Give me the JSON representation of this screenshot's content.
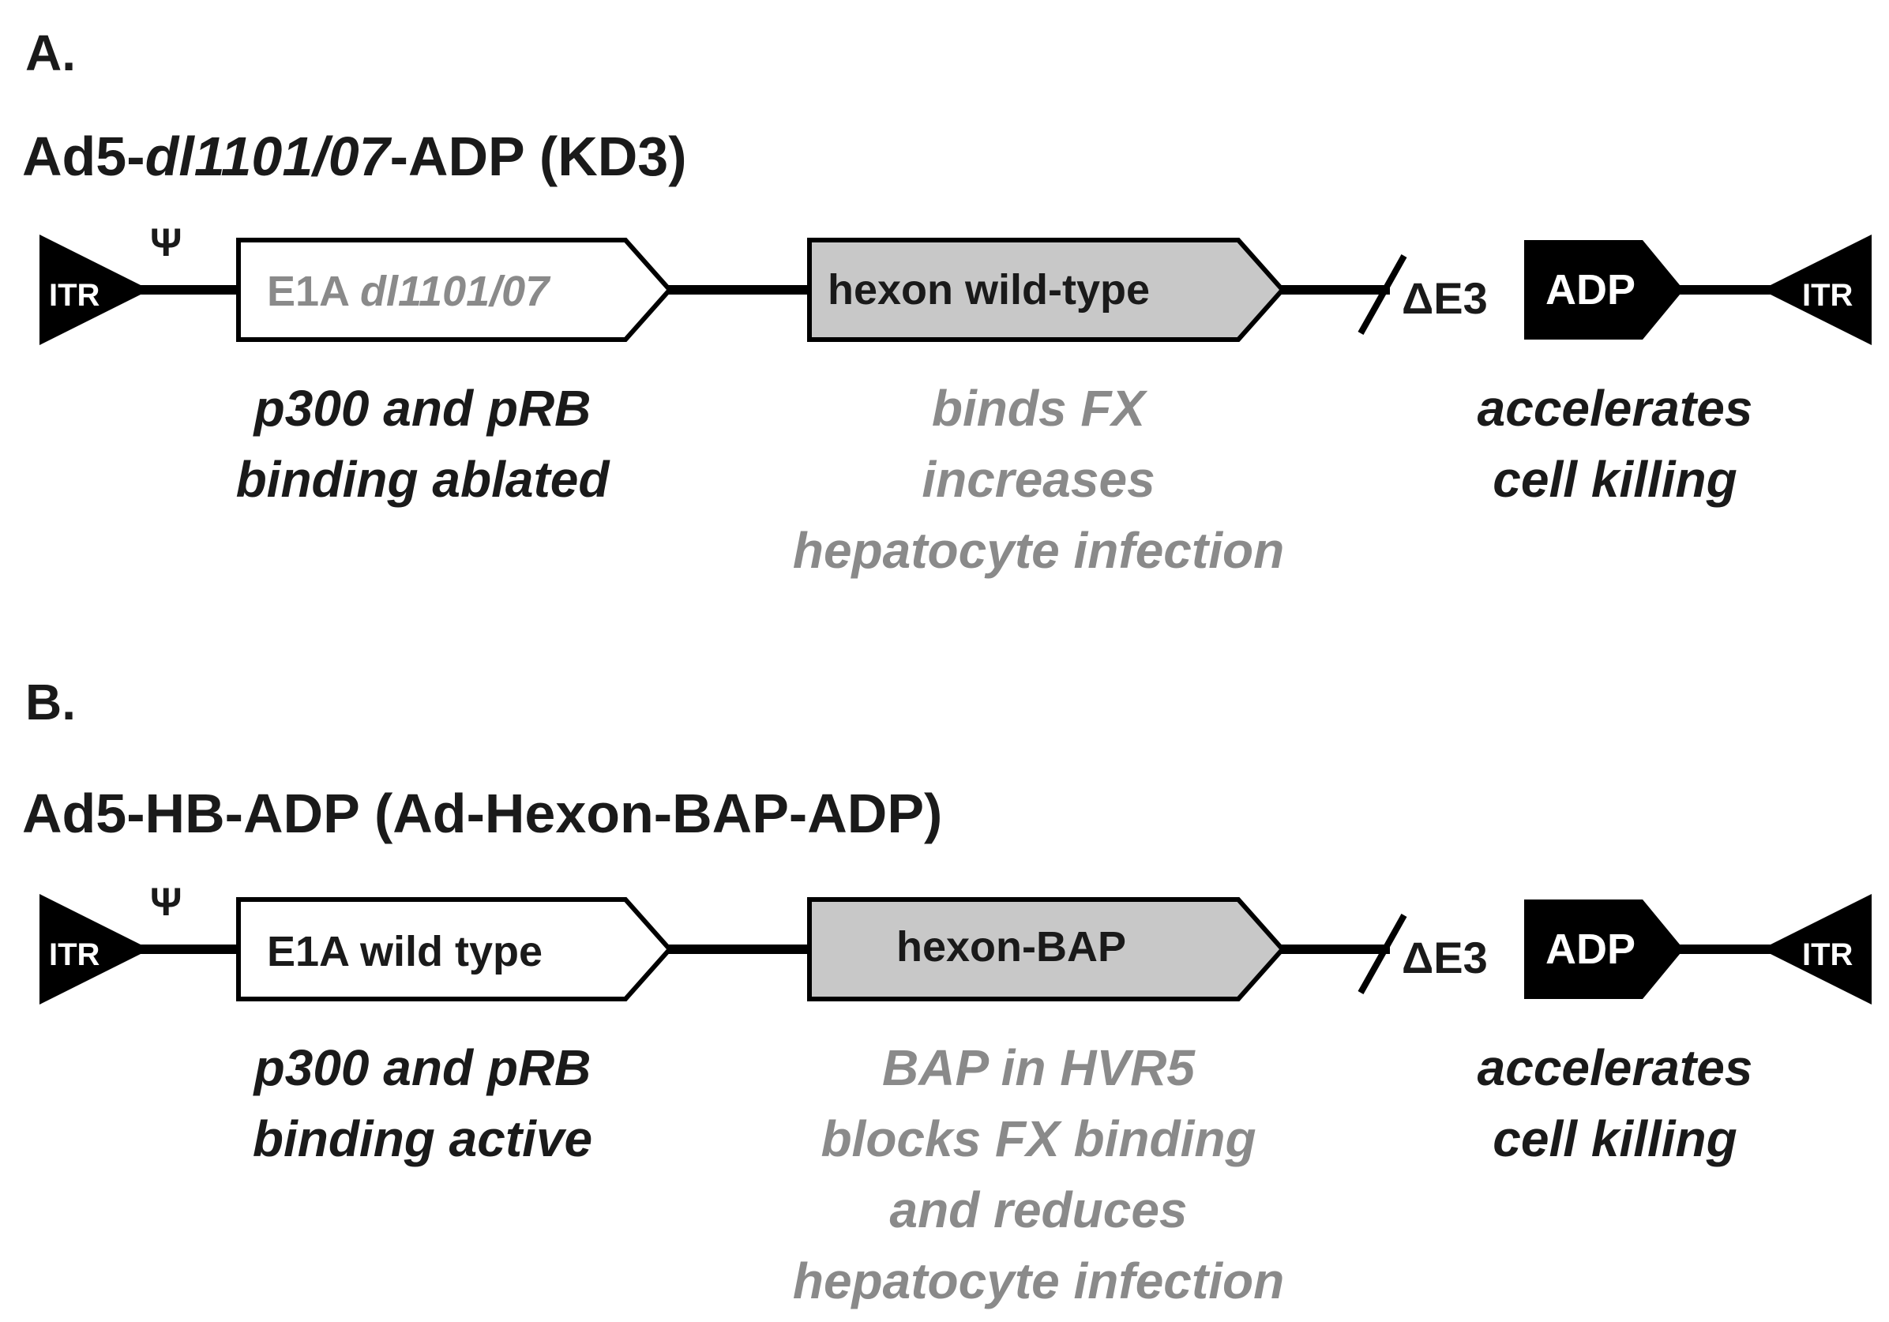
{
  "panel_a": {
    "letter": "A.",
    "title_prefix": "Ad5-",
    "title_italic": "dl1101/07",
    "title_suffix": "-ADP (KD3)",
    "itr_left": "ITR",
    "psi": "Ψ",
    "e1a_label_prefix": "E1A ",
    "e1a_label_italic": "dl1101/07",
    "hexon_label": "hexon wild-type",
    "delta_e3": "ΔE3",
    "adp_label": "ADP",
    "itr_right": "ITR",
    "e1a_note": [
      "p300 and pRB",
      "binding ablated"
    ],
    "hexon_note": [
      "binds FX",
      "increases",
      "hepatocyte infection"
    ],
    "adp_note": [
      "accelerates",
      "cell killing"
    ]
  },
  "panel_b": {
    "letter": "B.",
    "title": "Ad5-HB-ADP (Ad-Hexon-BAP-ADP)",
    "itr_left": "ITR",
    "psi": "Ψ",
    "e1a_label": "E1A wild type",
    "hexon_label": "hexon-BAP",
    "delta_e3": "ΔE3",
    "adp_label": "ADP",
    "itr_right": "ITR",
    "e1a_note": [
      "p300 and pRB",
      "binding active"
    ],
    "hexon_note": [
      "BAP in HVR5",
      "blocks FX binding",
      "and reduces",
      "hepatocyte infection"
    ],
    "adp_note": [
      "accelerates",
      "cell killing"
    ]
  },
  "colors": {
    "black": "#000000",
    "hexon_fill": "#c8c8c8",
    "grey_text": "#8a8a8a",
    "dark_text": "#1a1a1a"
  }
}
